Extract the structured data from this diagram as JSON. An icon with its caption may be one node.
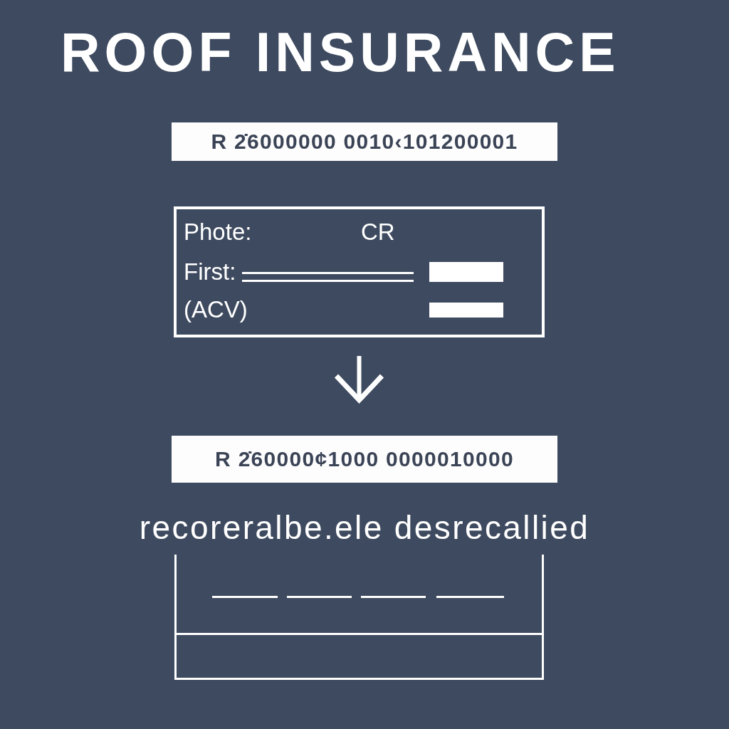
{
  "diagram": {
    "title": "ROOF INSURANCE",
    "nodes": [
      {
        "text": [
          "R 2̇6000000 0010‹101200001"
        ]
      },
      {
        "text": [
          "Phote:",
          "CR",
          "First:",
          "(ACV)"
        ]
      },
      {
        "text": [
          "R 2̇60000¢1000 0000010000"
        ]
      },
      {
        "text": [
          "recoreralbe.ele desrecallied"
        ]
      }
    ],
    "edges": [
      {
        "from": 1,
        "to": 2,
        "arrow": "to"
      }
    ]
  }
}
